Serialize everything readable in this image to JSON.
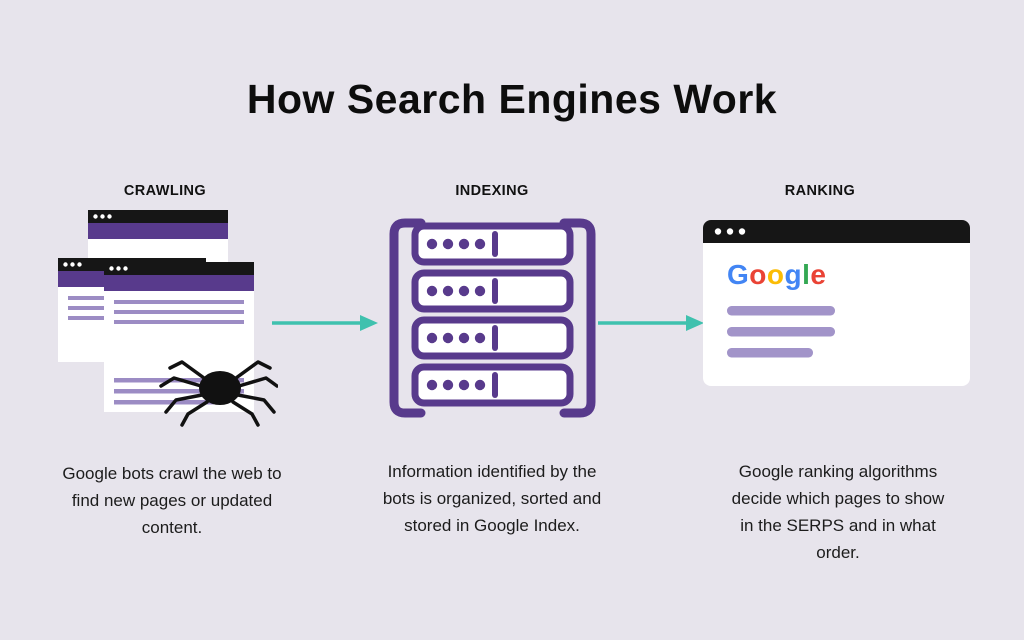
{
  "title": "How Search Engines Work",
  "stages": [
    {
      "id": "crawling",
      "label": "CRAWLING",
      "caption": "Google bots crawl the web to find new pages or updated content."
    },
    {
      "id": "indexing",
      "label": "INDEXING",
      "caption": "Information identified by the bots is organized, sorted and stored in Google Index."
    },
    {
      "id": "ranking",
      "label": "RANKING",
      "caption": "Google ranking algorithms decide which pages to show in the SERPS and in what order."
    }
  ],
  "google_logo": {
    "letters": [
      {
        "ch": "G",
        "color": "#4285F4"
      },
      {
        "ch": "o",
        "color": "#EA4335"
      },
      {
        "ch": "o",
        "color": "#FBBC05"
      },
      {
        "ch": "g",
        "color": "#4285F4"
      },
      {
        "ch": "l",
        "color": "#34A853"
      },
      {
        "ch": "e",
        "color": "#EA4335"
      }
    ]
  },
  "colors": {
    "background": "#e7e4ec",
    "purple": "#583a8c",
    "light_purple": "#a294c9",
    "teal": "#3fc1ae",
    "black": "#151515",
    "text": "#1c1c1c"
  }
}
